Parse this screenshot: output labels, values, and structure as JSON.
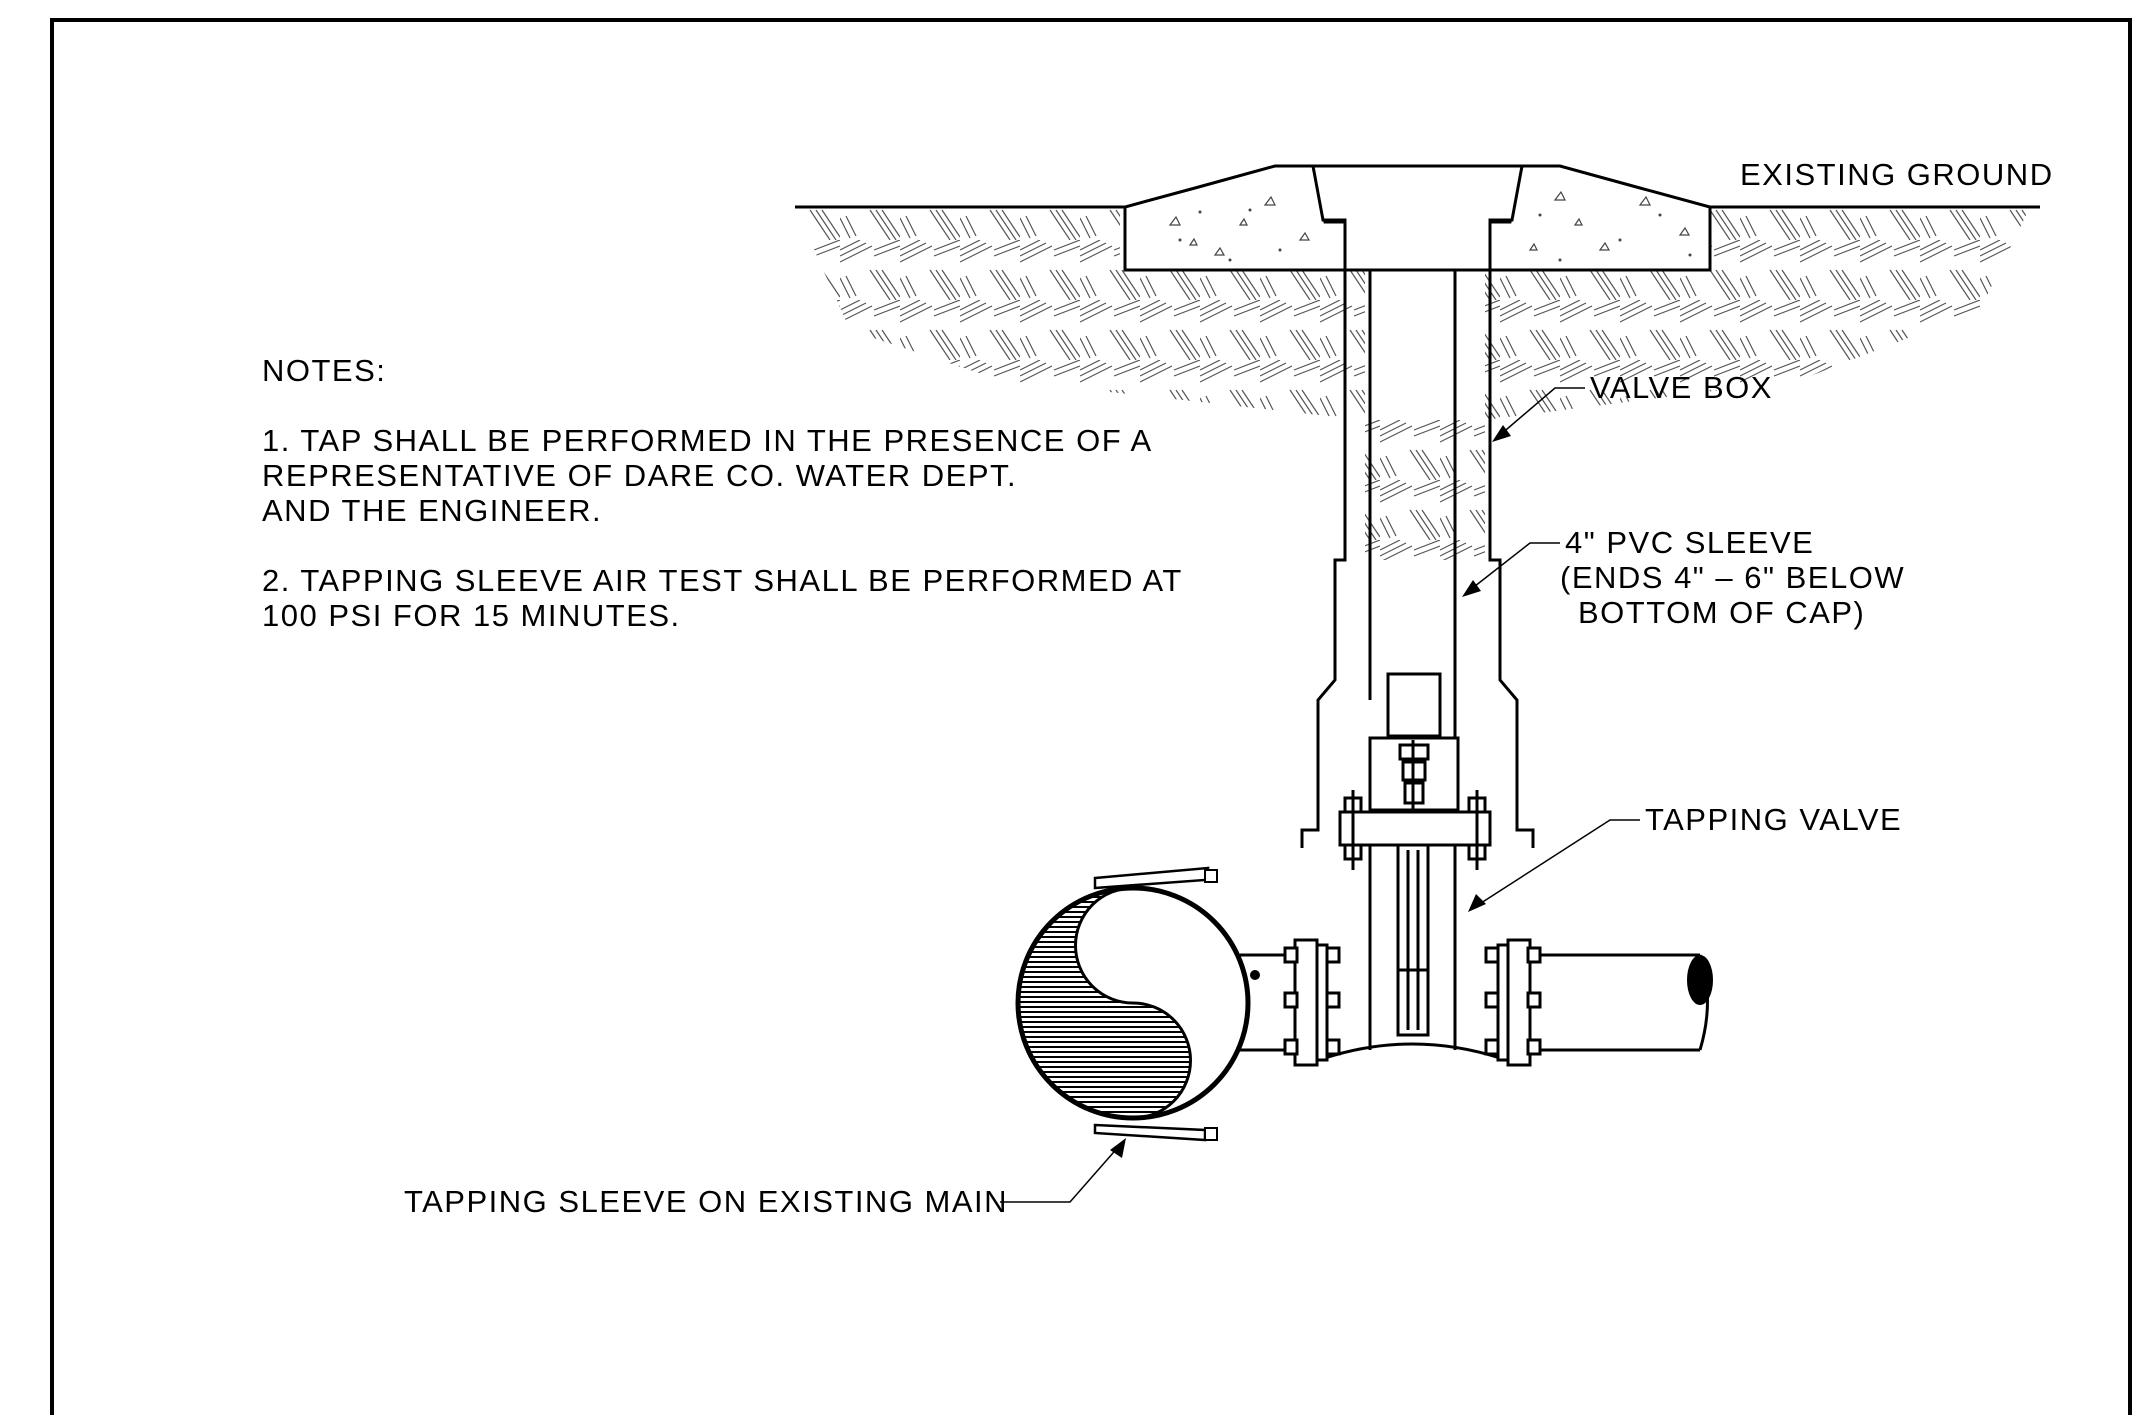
{
  "notes": {
    "heading": "NOTES:",
    "note1": [
      "1. TAP SHALL BE PERFORMED IN THE PRESENCE OF A",
      "REPRESENTATIVE OF DARE CO. WATER DEPT.",
      "AND THE ENGINEER."
    ],
    "note2": [
      "2. TAPPING SLEEVE AIR TEST SHALL BE PERFORMED AT",
      "100 PSI FOR 15 MINUTES."
    ]
  },
  "labels": {
    "existing_ground": "EXISTING GROUND",
    "valve_box": "VALVE BOX",
    "pvc_sleeve": [
      "4\" PVC SLEEVE",
      "(ENDS 4\" – 6\" BELOW",
      "BOTTOM OF CAP)"
    ],
    "tapping_valve": "TAPPING VALVE",
    "tapping_sleeve": "TAPPING SLEEVE ON EXISTING MAIN"
  }
}
